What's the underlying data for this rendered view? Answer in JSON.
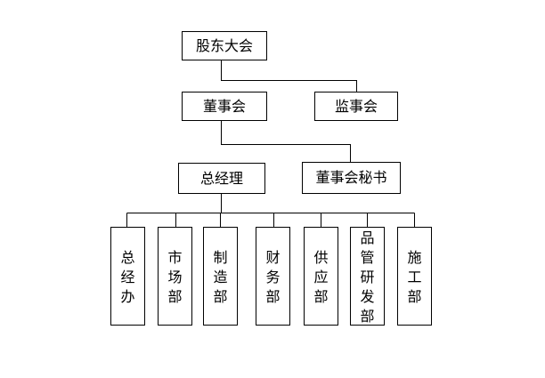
{
  "org_chart": {
    "shareholders_meeting": "股东大会",
    "board_of_directors": "董事会",
    "supervisory_board": "监事会",
    "general_manager": "总经理",
    "board_secretary": "董事会秘书",
    "departments": [
      "总经办",
      "市场部",
      "制造部",
      "财务部",
      "供应部",
      "品管研发部",
      "施工部"
    ]
  },
  "colors": {
    "line": "#000000",
    "box_border": "#000000",
    "background": "#ffffff"
  }
}
